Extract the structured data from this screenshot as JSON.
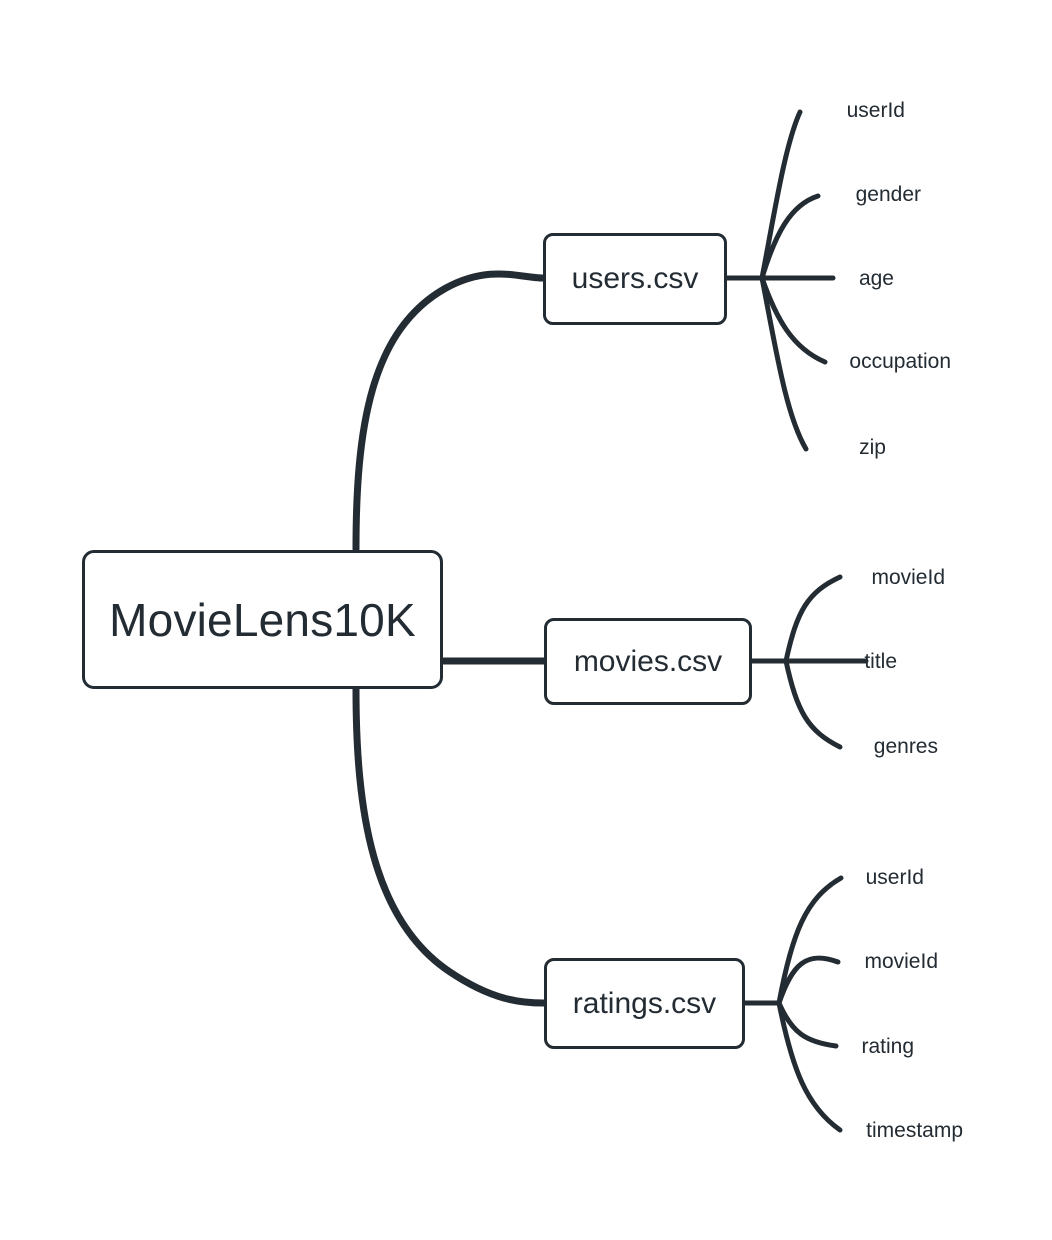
{
  "diagram": {
    "type": "mindmap",
    "title": "MovieLens10K",
    "stroke_color": "#232b33",
    "background_color": "#ffffff",
    "root": {
      "label": "MovieLens10K"
    },
    "branches": [
      {
        "id": "users",
        "label": "users.csv",
        "leaves": [
          {
            "label": "userId"
          },
          {
            "label": "gender"
          },
          {
            "label": "age"
          },
          {
            "label": "occupation"
          },
          {
            "label": "zip"
          }
        ]
      },
      {
        "id": "movies",
        "label": "movies.csv",
        "leaves": [
          {
            "label": "movieId"
          },
          {
            "label": "title"
          },
          {
            "label": "genres"
          }
        ]
      },
      {
        "id": "ratings",
        "label": "ratings.csv",
        "leaves": [
          {
            "label": "userId"
          },
          {
            "label": "movieId"
          },
          {
            "label": "rating"
          },
          {
            "label": "timestamp"
          }
        ]
      }
    ]
  }
}
